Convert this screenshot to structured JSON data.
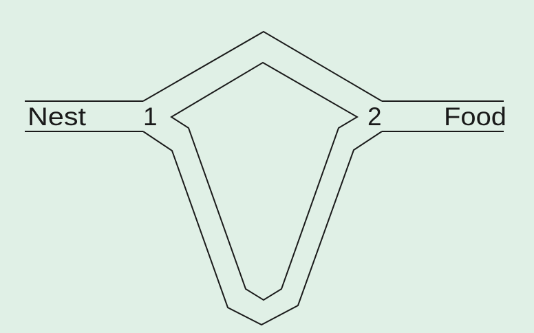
{
  "diagram": {
    "labels": {
      "nest": "Nest",
      "food": "Food",
      "junction_1": "1",
      "junction_2": "2"
    },
    "colors": {
      "background": "#e0f0e6",
      "line": "#1a1a1a",
      "text": "#1a1a1a"
    }
  }
}
